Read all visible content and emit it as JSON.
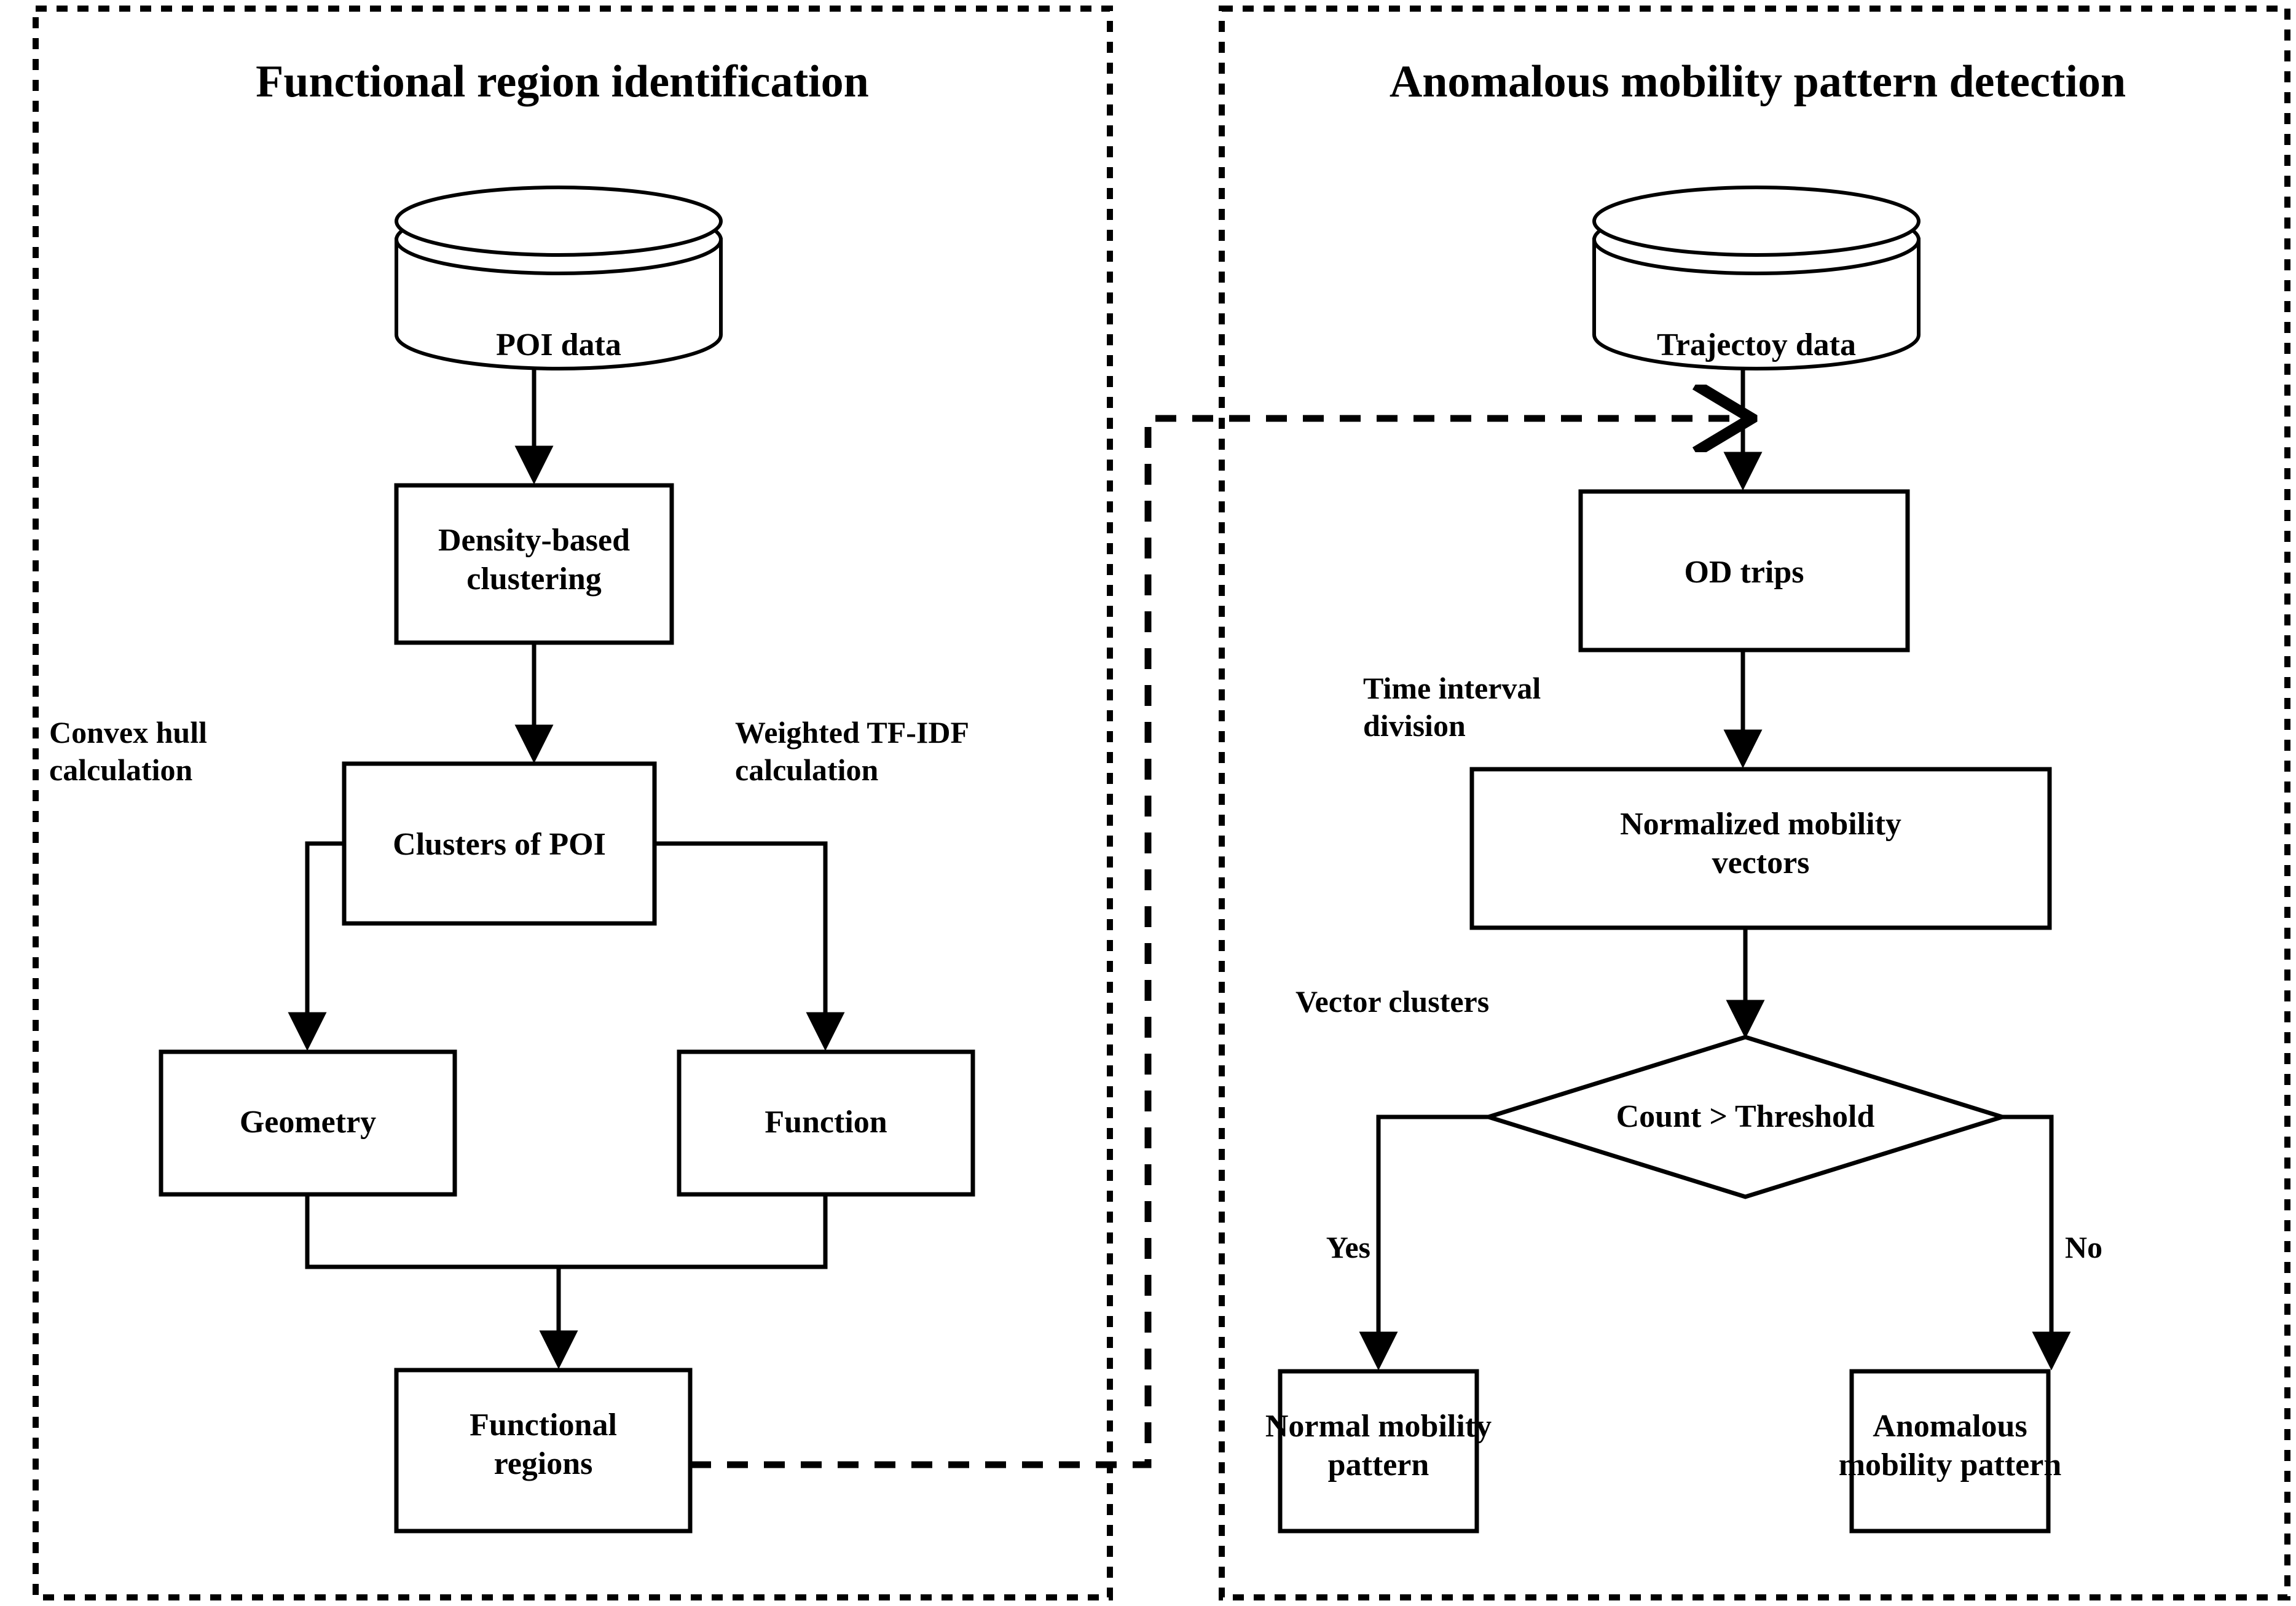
{
  "diagram": {
    "type": "flowchart",
    "background": "#ffffff",
    "stroke_color": "#000000",
    "panels": [
      {
        "id": "functional-region-identification",
        "title": "Functional region identification",
        "border_style": "dotted",
        "nodes": [
          {
            "id": "poi-data",
            "label": "POI data",
            "shape": "cylinder"
          },
          {
            "id": "density-based-clustering",
            "label": "Density-based\nclustering",
            "shape": "rect"
          },
          {
            "id": "clusters-of-poi",
            "label": "Clusters of POI",
            "shape": "rect"
          },
          {
            "id": "geometry",
            "label": "Geometry",
            "shape": "rect"
          },
          {
            "id": "function",
            "label": "Function",
            "shape": "rect"
          },
          {
            "id": "functional-regions",
            "label": "Functional\nregions",
            "shape": "rect"
          }
        ],
        "edge_labels": [
          {
            "id": "convex-hull-calculation",
            "label": "Convex hull\ncalculation"
          },
          {
            "id": "weighted-tfidf-calculation",
            "label": "Weighted TF-IDF\ncalculation"
          }
        ]
      },
      {
        "id": "anomalous-mobility-pattern-detection",
        "title": "Anomalous mobility pattern detection",
        "border_style": "dotted",
        "nodes": [
          {
            "id": "trajectoy-data",
            "label": "Trajectoy data",
            "shape": "cylinder"
          },
          {
            "id": "od-trips",
            "label": "OD trips",
            "shape": "rect"
          },
          {
            "id": "normalized-mobility-vectors",
            "label": "Normalized mobility\nvectors",
            "shape": "rect"
          },
          {
            "id": "count-threshold",
            "label": "Count > Threshold",
            "shape": "diamond"
          },
          {
            "id": "normal-mobility-pattern",
            "label": "Normal mobility\npattern",
            "shape": "rect"
          },
          {
            "id": "anomalous-mobility-pattern",
            "label": "Anomalous\nmobility pattern",
            "shape": "rect"
          }
        ],
        "edge_labels": [
          {
            "id": "time-interval-division",
            "label": "Time interval\ndivision"
          },
          {
            "id": "vector-clusters",
            "label": "Vector clusters"
          },
          {
            "id": "branch-yes",
            "label": "Yes"
          },
          {
            "id": "branch-no",
            "label": "No"
          }
        ]
      }
    ],
    "cross_panel_link": {
      "from": "functional-regions",
      "to": "trajectoy-data-flow",
      "style": "dashed"
    }
  }
}
